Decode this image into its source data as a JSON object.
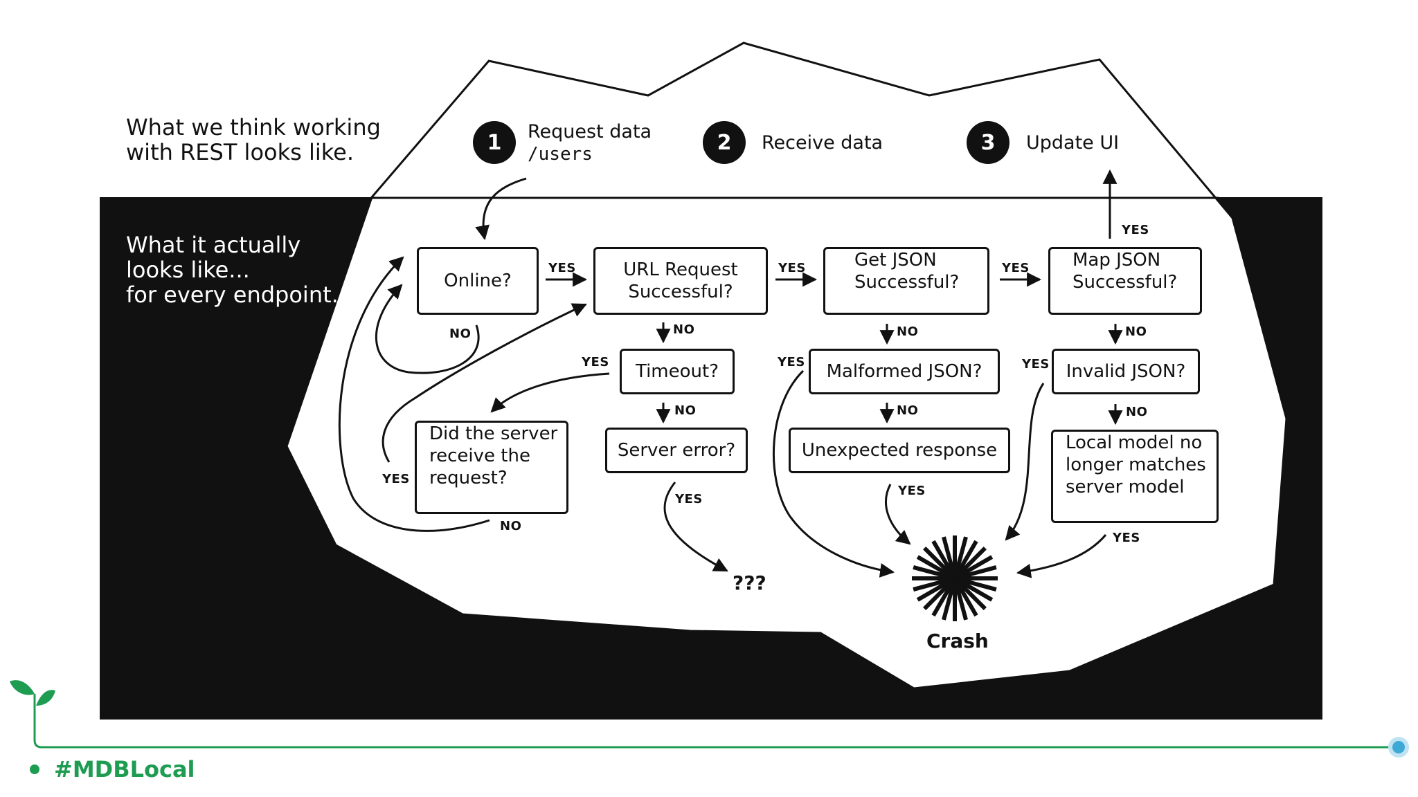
{
  "top_heading": [
    "What we think working",
    "with REST looks like."
  ],
  "bottom_heading": [
    "What it actually",
    "looks like...",
    "for every endpoint."
  ],
  "steps": [
    {
      "number": "1",
      "label": "Request data",
      "code": "/users"
    },
    {
      "number": "2",
      "label": "Receive data"
    },
    {
      "number": "3",
      "label": "Update UI"
    }
  ],
  "nodes": {
    "online": [
      "Online?"
    ],
    "url_request": [
      "URL Request",
      "Successful?"
    ],
    "get_json": [
      "Get JSON",
      "Successful?"
    ],
    "map_json": [
      "Map JSON",
      "Successful?"
    ],
    "timeout": [
      "Timeout?"
    ],
    "malformed": [
      "Malformed JSON?"
    ],
    "invalid": [
      "Invalid JSON?"
    ],
    "server_received": [
      "Did the server",
      "receive the",
      "request?"
    ],
    "server_error": [
      "Server error?"
    ],
    "unexpected": [
      "Unexpected response"
    ],
    "local_model": [
      "Local model no",
      "longer matches",
      "server model"
    ]
  },
  "edge_labels": {
    "yes": "YES",
    "no": "NO"
  },
  "unknown_outcome": "???",
  "crash_label": "Crash",
  "hashtag": "#MDBLocal",
  "colors": {
    "ink": "#111111",
    "background": "#ffffff",
    "brand_green": "#1e9c52",
    "accent_blue": "#3fa9d6"
  }
}
